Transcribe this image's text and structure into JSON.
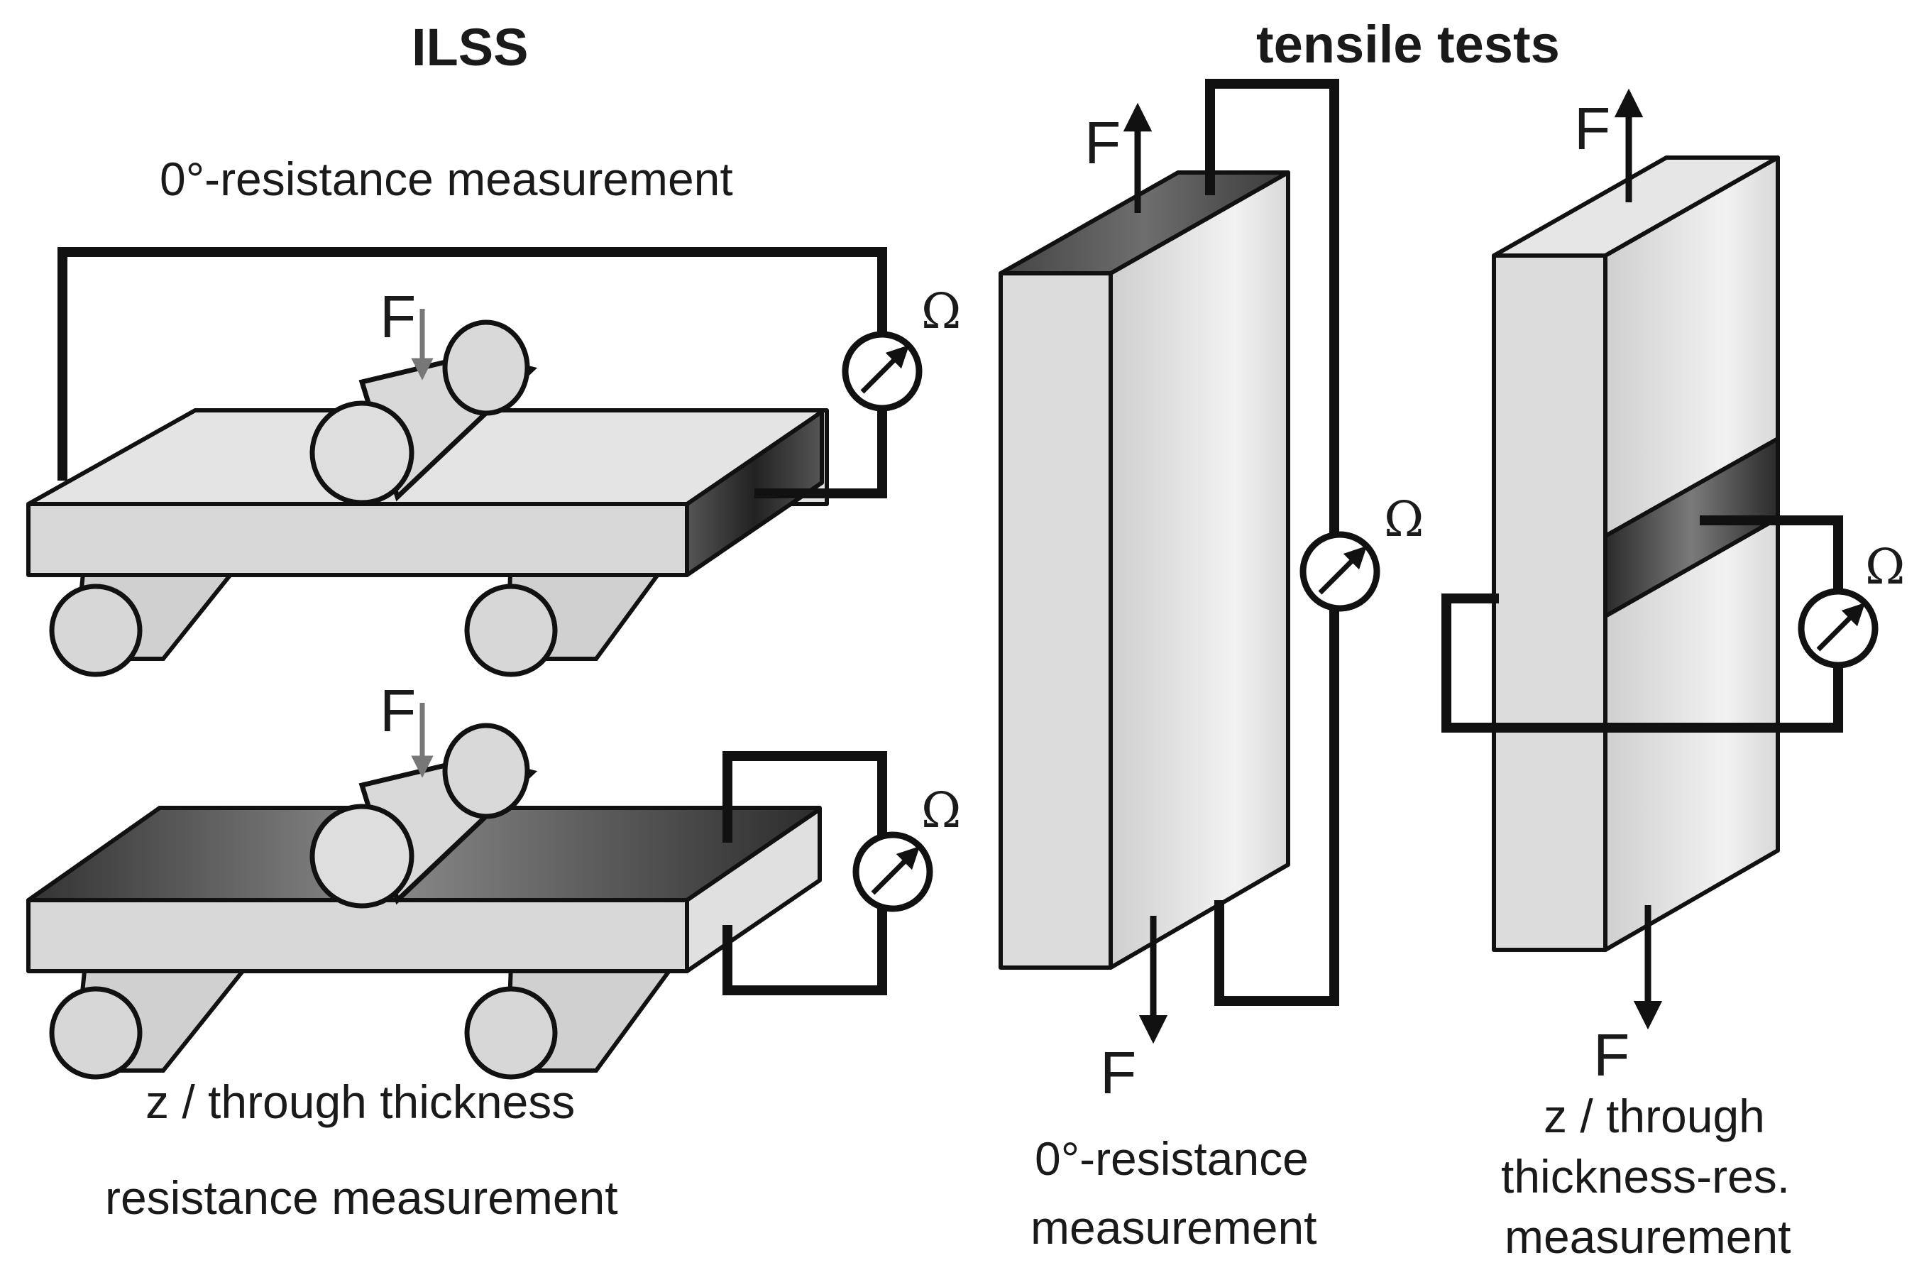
{
  "ilss": {
    "title": "ILSS",
    "top_label": "0°-resistance measurement",
    "bottom_label_line1": "z / through thickness",
    "bottom_label_line2": "resistance measurement",
    "force": "F",
    "ohm": "Ω"
  },
  "tensile": {
    "title": "tensile tests",
    "left_label_line1": "0°-resistance",
    "left_label_line2": "measurement",
    "right_label_line1": "z / through",
    "right_label_line2": "thickness-res.",
    "right_label_line3": "measurement",
    "force": "F",
    "ohm": "Ω"
  }
}
